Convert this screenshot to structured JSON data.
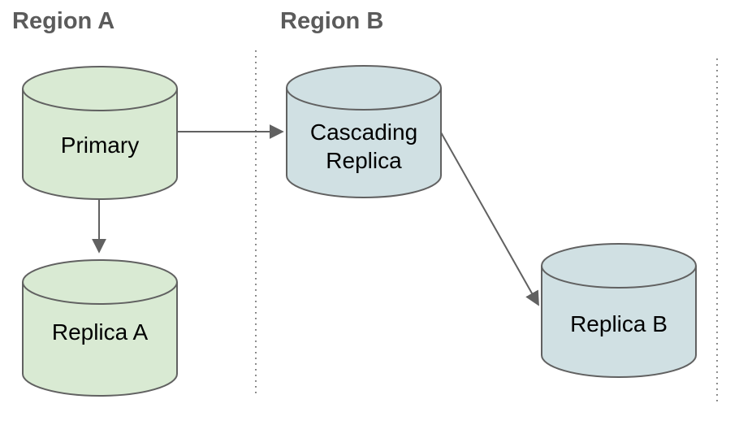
{
  "canvas": {
    "background": "#ffffff"
  },
  "regions": [
    {
      "label": "Region A"
    },
    {
      "label": "Region B"
    }
  ],
  "nodes": [
    {
      "id": "primary",
      "label": "Primary",
      "shape": "database-cylinder",
      "region": "Region A",
      "fill": "#d9ead3"
    },
    {
      "id": "replica-a",
      "label": "Replica A",
      "shape": "database-cylinder",
      "region": "Region A",
      "fill": "#d9ead3"
    },
    {
      "id": "cascading-replica",
      "label": "Cascading Replica",
      "shape": "database-cylinder",
      "region": "Region B",
      "fill": "#d0e0e3"
    },
    {
      "id": "replica-b",
      "label": "Replica B",
      "shape": "database-cylinder",
      "region": "Region B",
      "fill": "#d0e0e3"
    }
  ],
  "edges": [
    {
      "from": "primary",
      "to": "cascading-replica",
      "style": "arrow"
    },
    {
      "from": "primary",
      "to": "replica-a",
      "style": "arrow"
    },
    {
      "from": "cascading-replica",
      "to": "replica-b",
      "style": "arrow"
    }
  ],
  "colors": {
    "node_green": "#d9ead3",
    "node_blue": "#d0e0e3",
    "outline": "#616161",
    "arrow": "#616161",
    "region_label": "#5b5b5b",
    "node_label": "#000000"
  }
}
